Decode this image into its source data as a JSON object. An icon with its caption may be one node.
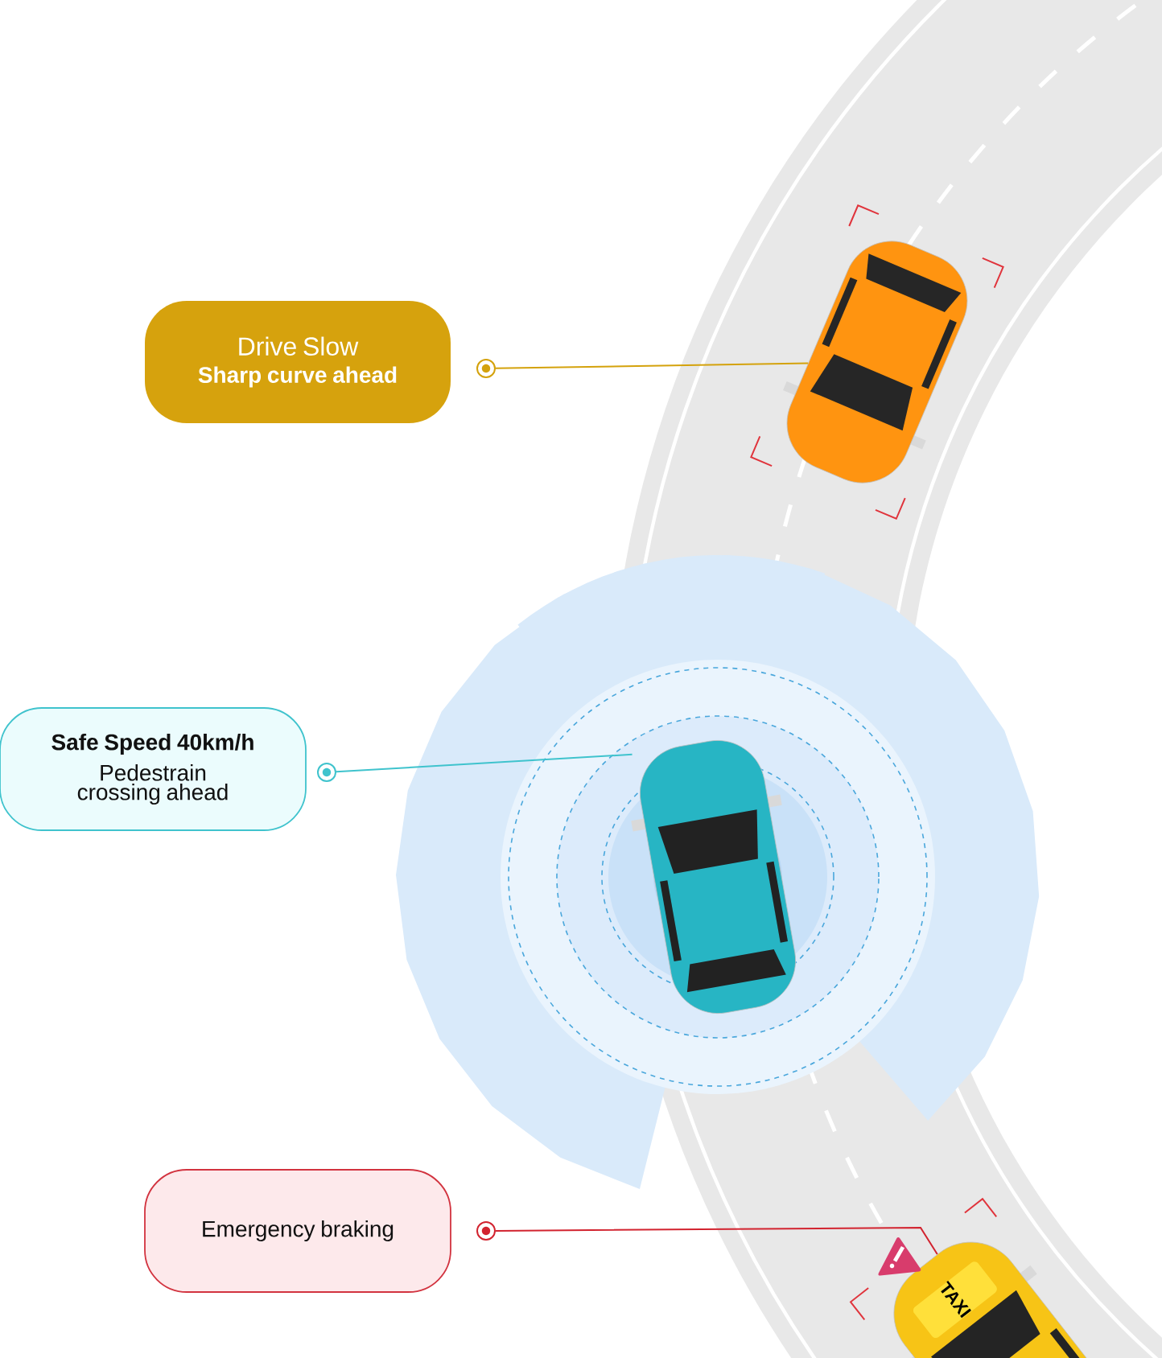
{
  "diagram": {
    "nodes": [
      {
        "text": [
          "Drive Slow",
          "Sharp curve ahead"
        ]
      },
      {
        "text": [],
        "shape": "circle"
      },
      {
        "text": [],
        "shape": "picture"
      },
      {
        "text": [
          "Safe Speed 40km/h",
          "Pedestrain crossing ahead"
        ]
      },
      {
        "text": [],
        "shape": "circle"
      },
      {
        "text": [],
        "shape": "picture"
      },
      {
        "text": [
          "Emergency braking"
        ]
      },
      {
        "text": [],
        "shape": "circle"
      },
      {
        "text": [],
        "shape": "picture"
      }
    ],
    "edges": [
      {
        "from": 1,
        "to": 2,
        "arrow": "none",
        "color": "#d4a20c"
      },
      {
        "from": 4,
        "to": 5,
        "arrow": "none",
        "color": "#3fc3cd"
      },
      {
        "from": 7,
        "to": 8,
        "arrow": "none",
        "color": "#d2232f"
      }
    ],
    "labels": [
      "TAXI"
    ]
  }
}
